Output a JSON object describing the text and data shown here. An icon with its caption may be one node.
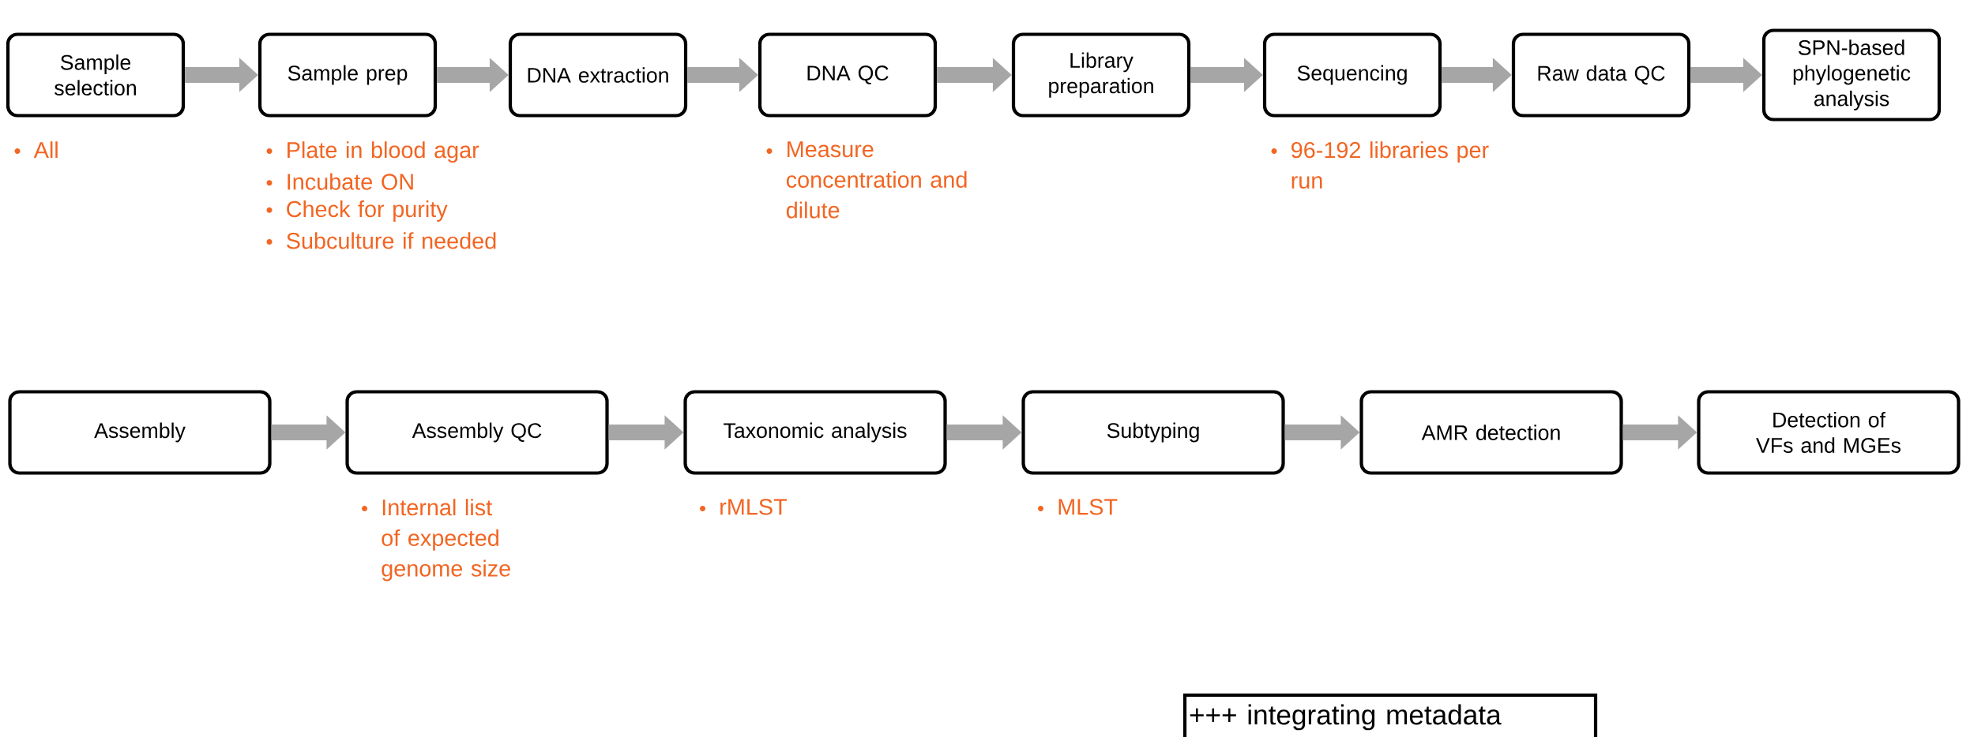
{
  "diagram": {
    "nodes": [
      {
        "text": [
          "Sample selection"
        ],
        "beside": [
          "All"
        ]
      },
      {
        "text": [
          "Sample prep"
        ],
        "beside": [
          "Plate in blood agar",
          "Incubate ON",
          "Check for purity",
          "Subculture if needed"
        ]
      },
      {
        "text": [
          "DNA extraction"
        ]
      },
      {
        "text": [
          "DNA QC"
        ],
        "beside": [
          "Measure concentration and dilute"
        ]
      },
      {
        "text": [
          "Library preparation"
        ]
      },
      {
        "text": [
          "Sequencing"
        ],
        "beside": [
          "96-192 libraries per run"
        ]
      },
      {
        "text": [
          "Raw data QC"
        ]
      },
      {
        "text": [
          "SPN-based phylogenetic analysis"
        ]
      },
      {
        "text": [
          "Assembly"
        ]
      },
      {
        "text": [
          "Assembly QC"
        ],
        "beside": [
          "Internal list of expected genome size"
        ]
      },
      {
        "text": [
          "Taxonomic analysis"
        ],
        "beside": [
          "rMLST"
        ]
      },
      {
        "text": [
          "Subtyping"
        ],
        "beside": [
          "MLST"
        ]
      },
      {
        "text": [
          "AMR detection"
        ]
      },
      {
        "text": [
          "Detection of VFs and MGEs"
        ]
      },
      {
        "text": [
          "+++ integrating metadata"
        ]
      }
    ],
    "edges": [
      {
        "from": 0,
        "to": 1,
        "arrow": "to"
      },
      {
        "from": 1,
        "to": 2,
        "arrow": "to"
      },
      {
        "from": 2,
        "to": 3,
        "arrow": "to"
      },
      {
        "from": 3,
        "to": 4,
        "arrow": "to"
      },
      {
        "from": 4,
        "to": 5,
        "arrow": "to"
      },
      {
        "from": 5,
        "to": 6,
        "arrow": "to"
      },
      {
        "from": 6,
        "to": 7,
        "arrow": "to"
      },
      {
        "from": 8,
        "to": 9,
        "arrow": "to"
      },
      {
        "from": 9,
        "to": 10,
        "arrow": "to"
      },
      {
        "from": 10,
        "to": 11,
        "arrow": "to"
      },
      {
        "from": 11,
        "to": 12,
        "arrow": "to"
      },
      {
        "from": 12,
        "to": 13,
        "arrow": "to"
      }
    ]
  }
}
